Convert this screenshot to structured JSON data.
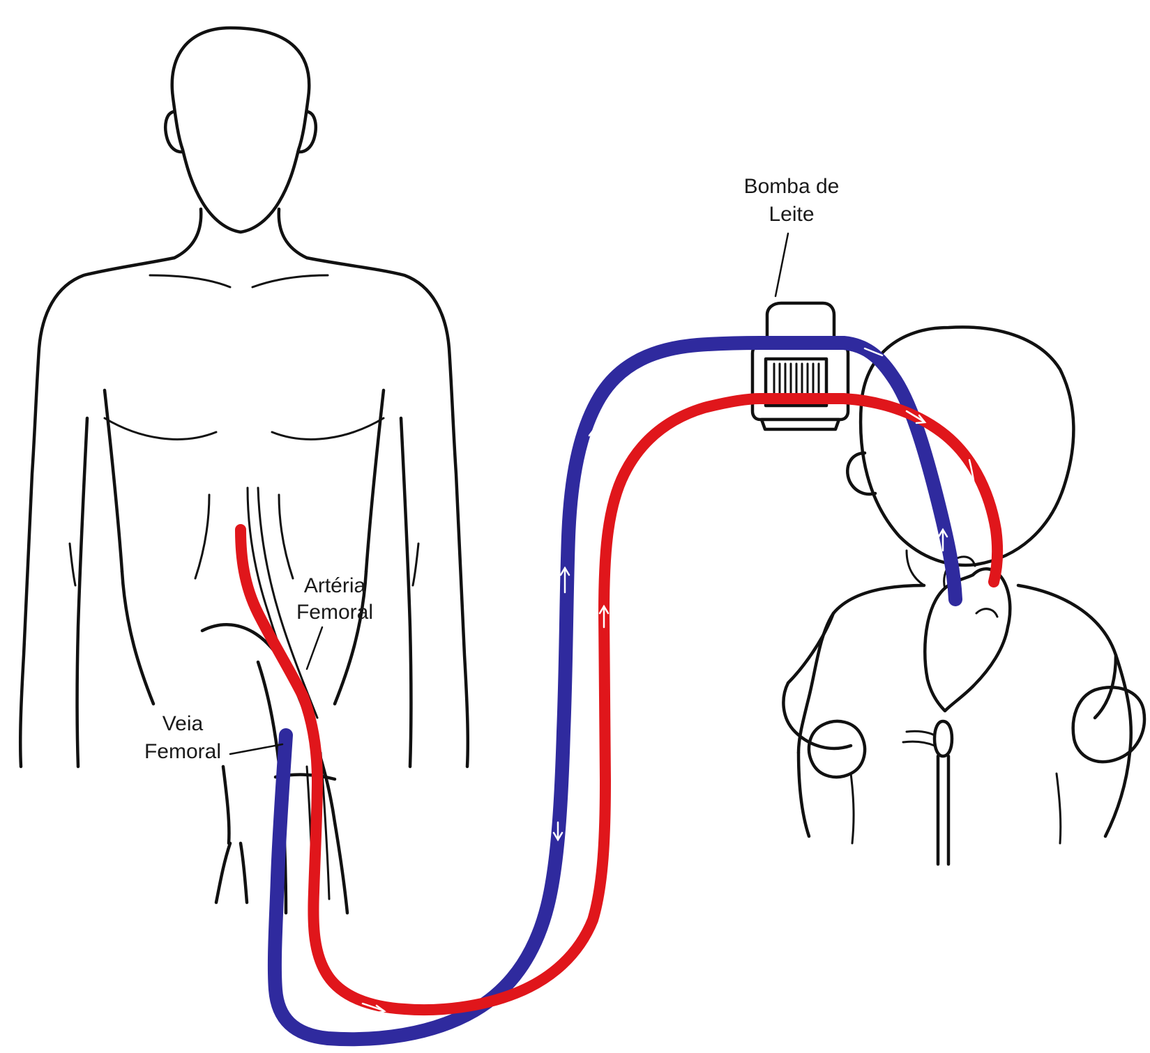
{
  "labels": {
    "pump": [
      "Bomba de",
      "Leite"
    ],
    "artery": [
      "Artéria",
      "Femoral"
    ],
    "vein": [
      "Veia",
      "Femoral"
    ]
  },
  "colors": {
    "background": "#ffffff",
    "outline": "#111111",
    "venous_line": "#2f2a9e",
    "arterial_line": "#e0161b",
    "flow_arrows": "#ffffff"
  },
  "icons": {
    "adult": "adult-body-icon",
    "infant": "infant-body-icon",
    "pump": "pump-icon",
    "heart": "heart-icon"
  }
}
